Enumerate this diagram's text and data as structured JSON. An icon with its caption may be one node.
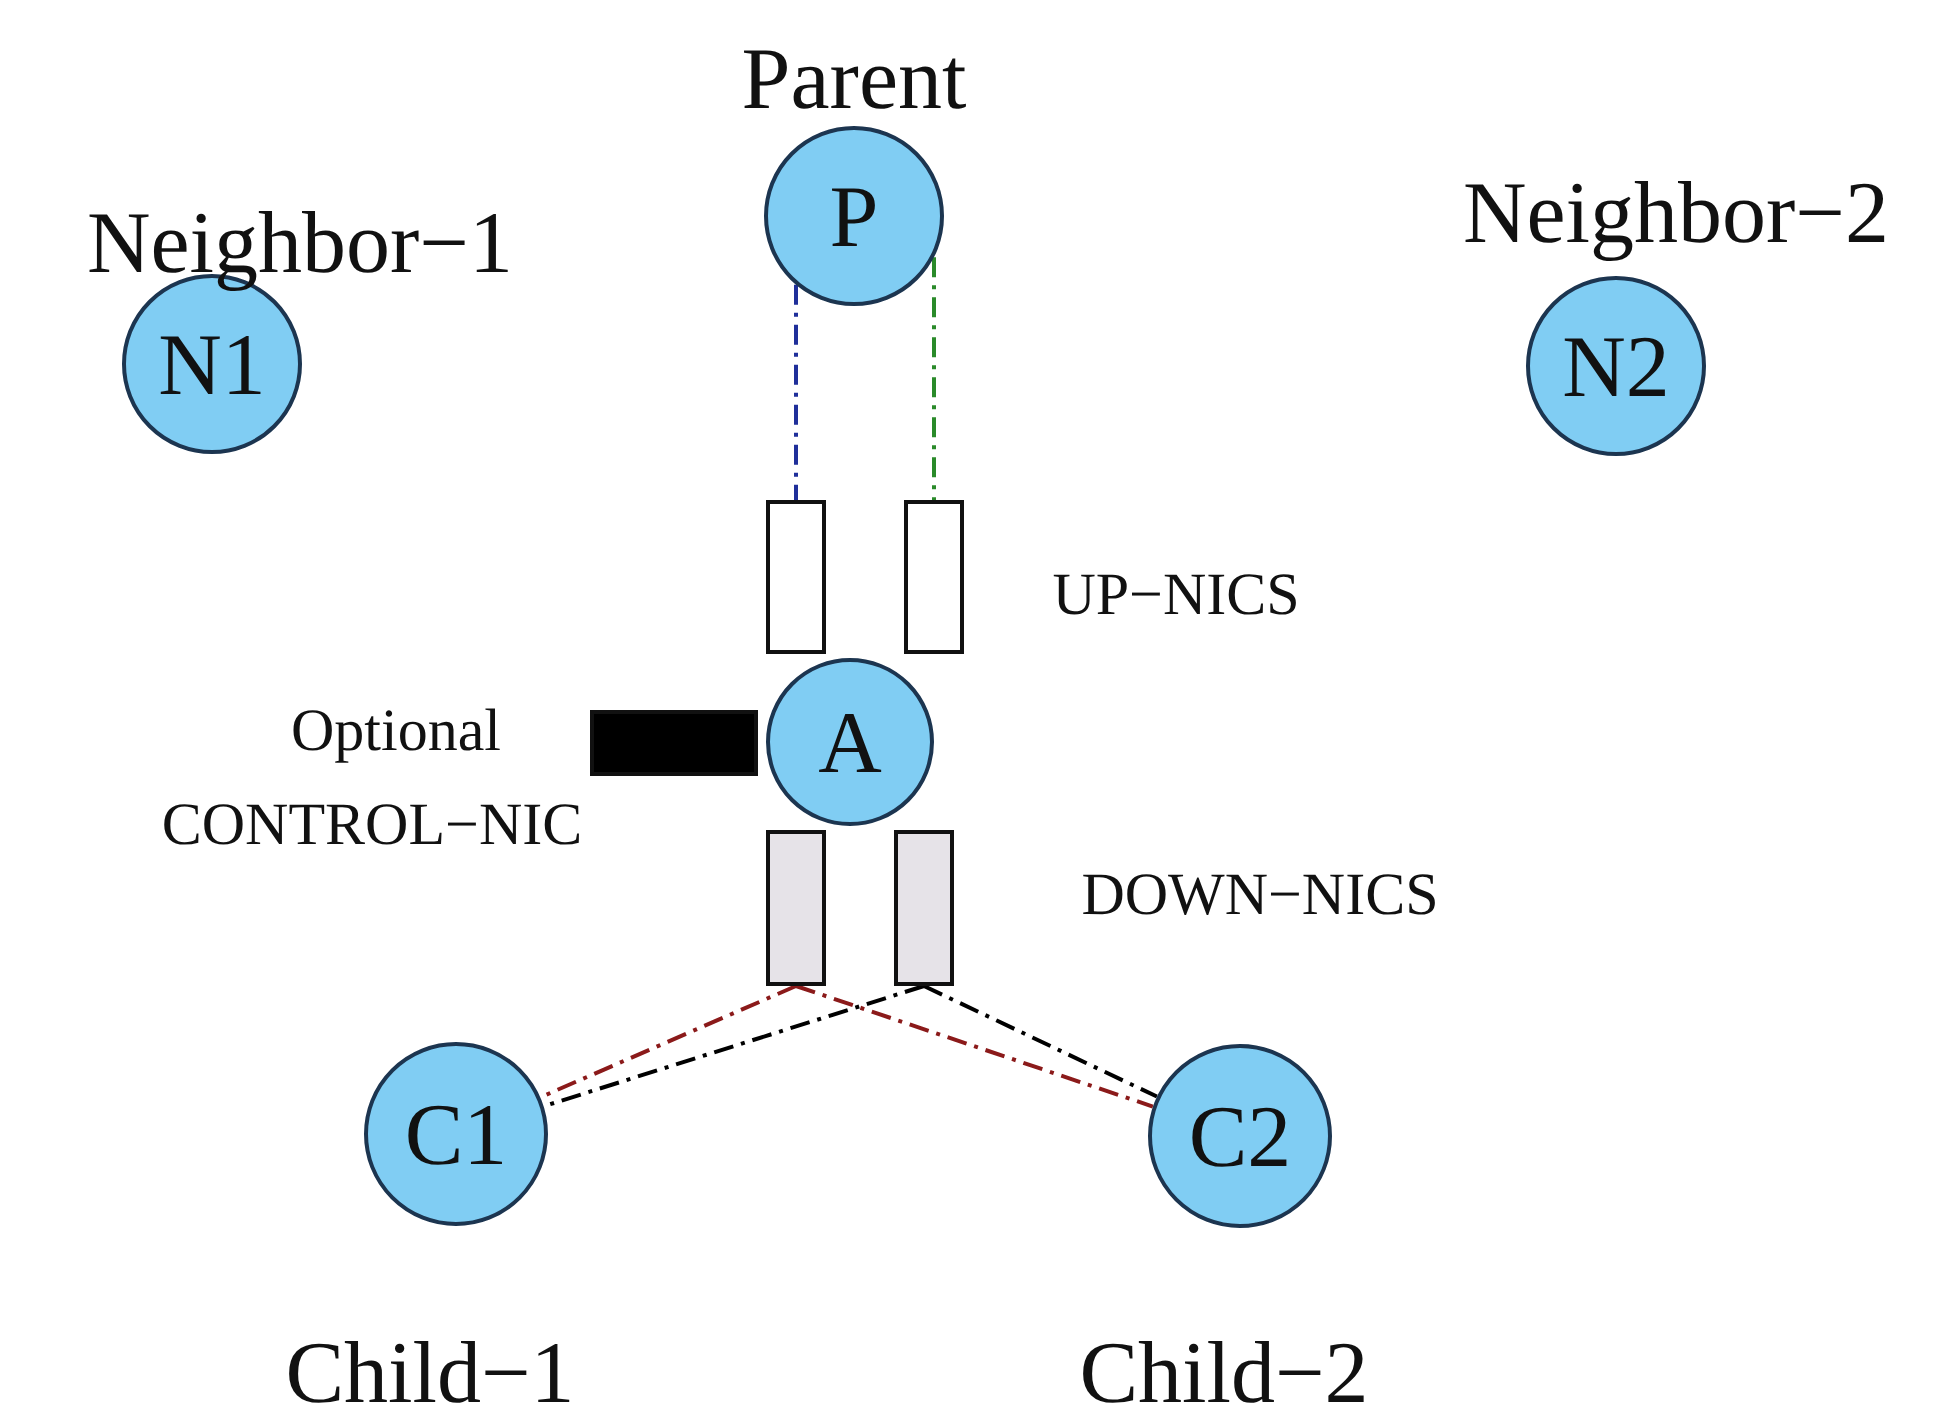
{
  "diagram": {
    "nodes": [
      {
        "text": [
          "P"
        ],
        "beside": [
          "Parent"
        ]
      },
      {
        "text": [
          "N1"
        ],
        "beside": [
          "Neighbor−1"
        ]
      },
      {
        "text": [
          "N2"
        ],
        "beside": [
          "Neighbor−2"
        ]
      },
      {
        "text": [],
        "shape": "box"
      },
      {
        "text": [],
        "shape": "box"
      },
      {
        "text": [],
        "shape": "bar"
      },
      {
        "text": [
          "A"
        ]
      },
      {
        "text": [],
        "shape": "box"
      },
      {
        "text": [],
        "shape": "box"
      },
      {
        "text": [
          "C1"
        ],
        "beside": [
          "Child−1"
        ]
      },
      {
        "text": [
          "C2"
        ],
        "beside": [
          "Child−2"
        ]
      }
    ],
    "edges": [
      {
        "from": 0,
        "to": 3,
        "arrow": "none",
        "style": "dashed",
        "color": "#1f2f9a"
      },
      {
        "from": 0,
        "to": 4,
        "arrow": "none",
        "style": "dashed",
        "color": "#2a8a2a"
      },
      {
        "from": 7,
        "to": 9,
        "arrow": "none",
        "style": "dashed",
        "color": "#8b1a1a"
      },
      {
        "from": 7,
        "to": 10,
        "arrow": "none",
        "style": "dashed",
        "color": "#8b1a1a"
      },
      {
        "from": 8,
        "to": 9,
        "arrow": "none",
        "style": "dashed",
        "color": "#000000"
      },
      {
        "from": 8,
        "to": 10,
        "arrow": "none",
        "style": "dashed",
        "color": "#000000"
      }
    ],
    "labels": [
      "UP−NICS",
      "Optional",
      "CONTROL−NIC",
      "DOWN−NICS"
    ]
  }
}
